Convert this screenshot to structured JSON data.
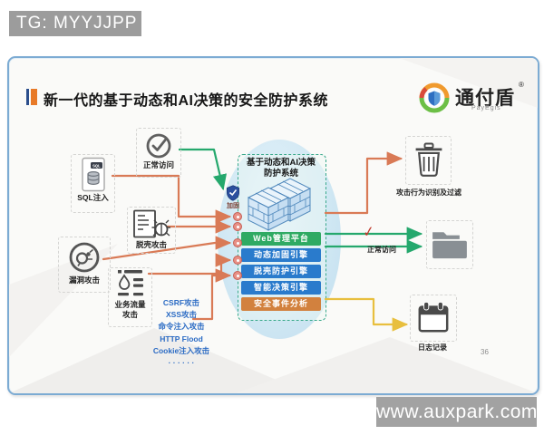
{
  "watermark_top": {
    "label": "TG: MYYJJPP"
  },
  "watermark_bottom": {
    "label": "www.auxpark.com"
  },
  "slide": {
    "title": "新一代的基于动态和AI决策的安全防护系统",
    "page_number": "36",
    "logo": {
      "brand": "通付盾",
      "reg": "®",
      "subbrand": "PayEgis"
    },
    "sources": [
      {
        "label": "正常访问",
        "icon": "check-circle-icon"
      },
      {
        "label": "SQL注入",
        "badge": "SQL",
        "icon": "sql-file-icon"
      },
      {
        "label": "脱壳攻击",
        "icon": "document-bug-icon"
      },
      {
        "label": "漏洞攻击",
        "icon": "vulnerability-bug-icon"
      },
      {
        "label": "业务流量",
        "label2": "攻击",
        "icon": "traffic-filter-icon"
      }
    ],
    "attack_list": [
      "CSRF攻击",
      "XSS攻击",
      "命令注入攻击",
      "HTTP Flood",
      "Cookie注入攻击",
      "· · · · · ·"
    ],
    "center": {
      "title_line1": "基于动态和AI决策",
      "title_line2": "防护系统",
      "shield_label": "加固",
      "modules": [
        {
          "label": "Web管理平台",
          "color": "#2faa63"
        },
        {
          "label": "动态加固引擎",
          "color": "#2a7bcc"
        },
        {
          "label": "脱壳防护引擎",
          "color": "#2a7bcc"
        },
        {
          "label": "智能决策引擎",
          "color": "#2a7bcc"
        },
        {
          "label": "安全事件分析",
          "color": "#d2813e"
        }
      ]
    },
    "outputs": {
      "filter": {
        "label": "攻击行为识别及过滤",
        "icon": "trash-icon"
      },
      "normal": {
        "label": "正常访问",
        "check": "✓",
        "icon": "folder-icon"
      },
      "log": {
        "label": "日志记录",
        "icon": "calendar-icon"
      }
    },
    "colors": {
      "attack_arrow": "#d97a56",
      "normal_arrow": "#25a86d",
      "log_arrow": "#e8bf3e",
      "attack_text": "#2b6bc4",
      "ellipse_fill": "#cfe7f3",
      "dashed_border": "#3aa98c",
      "module_blue": "#2a7bcc",
      "module_green": "#2faa63",
      "module_orange": "#d2813e"
    }
  }
}
